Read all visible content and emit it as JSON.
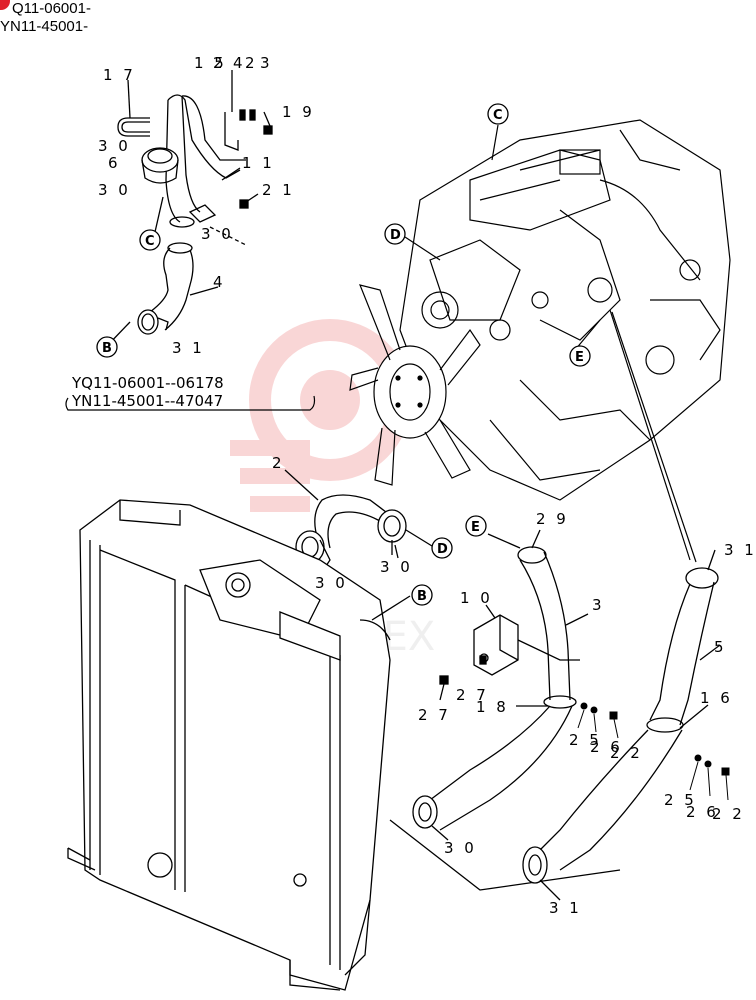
{
  "header": {
    "line1": "Q11-06001-",
    "line2": "YN11-45001-",
    "accent": "#e0202a"
  },
  "serial_note": {
    "line1": "YQ11-06001--06178",
    "line2": "YN11-45001--47047"
  },
  "callouts": {
    "C1": "C",
    "D1": "D",
    "E1": "E",
    "C2": "C",
    "B1": "B",
    "D2": "D",
    "E2": "E",
    "B2": "B"
  },
  "parts": {
    "p17": "1 7",
    "p15": "1 5",
    "p2a": "2",
    "p4a": "4",
    "p2b": "2",
    "p3a": "3",
    "p19": "1 9",
    "p30a": "3 0",
    "p6": "6",
    "p11": "1 1",
    "p30b": "3 0",
    "p21": "2 1",
    "p30c": "3 0",
    "p4b": "4",
    "p31a": "3 1",
    "p2c": "2",
    "p30d": "3 0",
    "p30e": "3 0",
    "p29": "2 9",
    "p10": "1 0",
    "p3b": "3",
    "p27a": "2 7",
    "p27b": "2 7",
    "p18": "1 8",
    "p25a": "2 5",
    "p26a": "2 6",
    "p22a": "2 2",
    "p31b": "3 1",
    "p5": "5",
    "p16": "1 6",
    "p25b": "2 5",
    "p26b": "2 6",
    "p22b": "2 2",
    "p30f": "3 0",
    "p31c": "3 1"
  },
  "watermark": "VOTEX"
}
